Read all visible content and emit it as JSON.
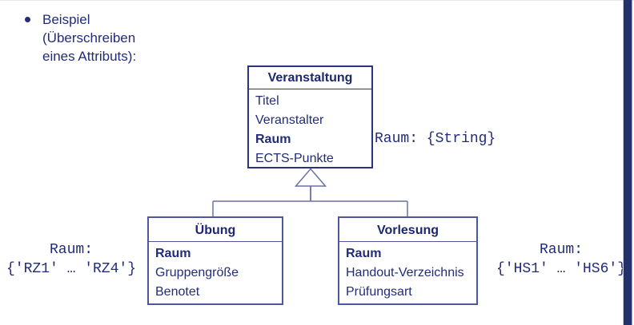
{
  "bullet": {
    "lines": [
      "Beispiel",
      "(Überschreiben",
      "eines Attributs):"
    ]
  },
  "diagram": {
    "parent_class": {
      "name": "Veranstaltung",
      "attributes": [
        "Titel",
        "Veranstalter",
        "Raum",
        "ECTS-Punkte"
      ],
      "bold_attribute": "Raum"
    },
    "left_class": {
      "name": "Übung",
      "attributes": [
        "Raum",
        "Gruppengröße",
        "Benotet"
      ],
      "bold_attribute": "Raum"
    },
    "right_class": {
      "name": "Vorlesung",
      "attributes": [
        "Raum",
        "Handout-Verzeichnis",
        "Prüfungsart"
      ],
      "bold_attribute": "Raum"
    },
    "relationship": "generalization"
  },
  "annotations": {
    "parent_constraint": "Raum: {String}",
    "left_constraint": {
      "line1": "Raum:",
      "line2": "{'RZ1' … 'RZ4'}"
    },
    "right_constraint": {
      "line1": "Raum:",
      "line2": "{'HS1' … 'HS6'}"
    }
  },
  "colors": {
    "text_navy": "#222c78",
    "parent_box_border": "#2b3380",
    "sub_box_border": "#4d579b",
    "connector_line": "#6b72a0",
    "slide_edge_bar": "#242f6e"
  }
}
